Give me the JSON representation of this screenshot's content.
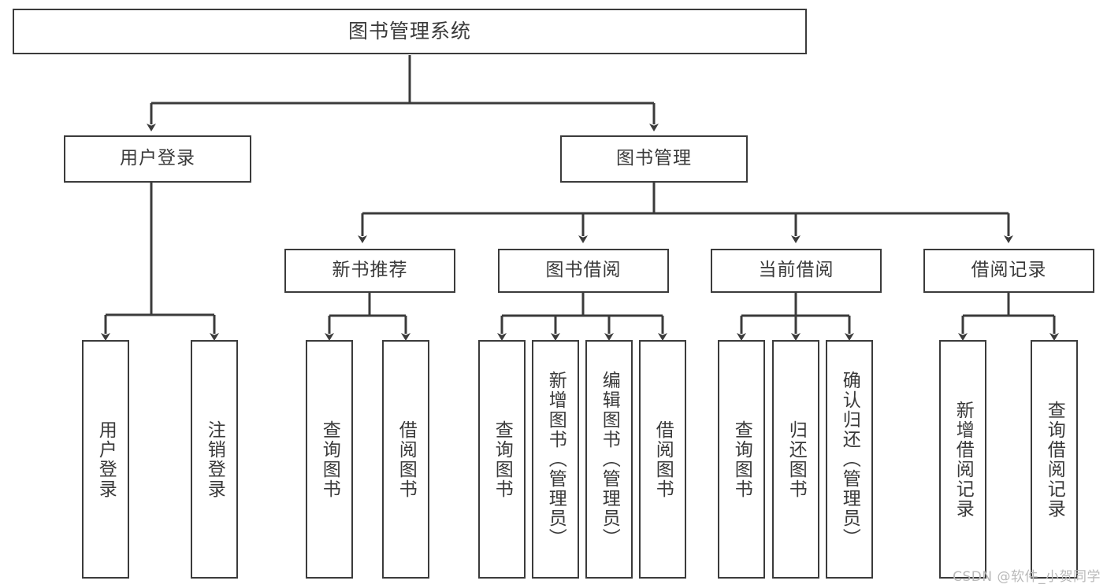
{
  "diagram": {
    "title": "图书管理系统",
    "type": "tree-hierarchy-chart",
    "orientation": "top-down",
    "colors": {
      "background": "#ffffff",
      "node_fill": "#ffffff",
      "node_border": "#3b3b3b",
      "edge": "#3b3b3b",
      "text": "#3a3a3a",
      "watermark": "#b9b9b9"
    }
  },
  "root": {
    "label": "图书管理系统"
  },
  "level2": [
    {
      "label": "用户登录"
    },
    {
      "label": "图书管理"
    }
  ],
  "level3": [
    {
      "label": "新书推荐"
    },
    {
      "label": "图书借阅"
    },
    {
      "label": "当前借阅"
    },
    {
      "label": "借阅记录"
    }
  ],
  "leaves": {
    "user_login": [
      {
        "label": "用户登录"
      },
      {
        "label": "注销登录"
      }
    ],
    "new_book_recommend": [
      {
        "label": "查询图书"
      },
      {
        "label": "借阅图书"
      }
    ],
    "book_borrow": [
      {
        "label": "查询图书"
      },
      {
        "label": "新增图书（管理员）"
      },
      {
        "label": "编辑图书（管理员）"
      },
      {
        "label": "借阅图书"
      }
    ],
    "current_borrow": [
      {
        "label": "查询图书"
      },
      {
        "label": "归还图书"
      },
      {
        "label": "确认归还（管理员）"
      }
    ],
    "borrow_record": [
      {
        "label": "新增借阅记录"
      },
      {
        "label": "查询借阅记录"
      }
    ]
  },
  "watermark": {
    "text": "CSDN @软件_小贺同学"
  }
}
